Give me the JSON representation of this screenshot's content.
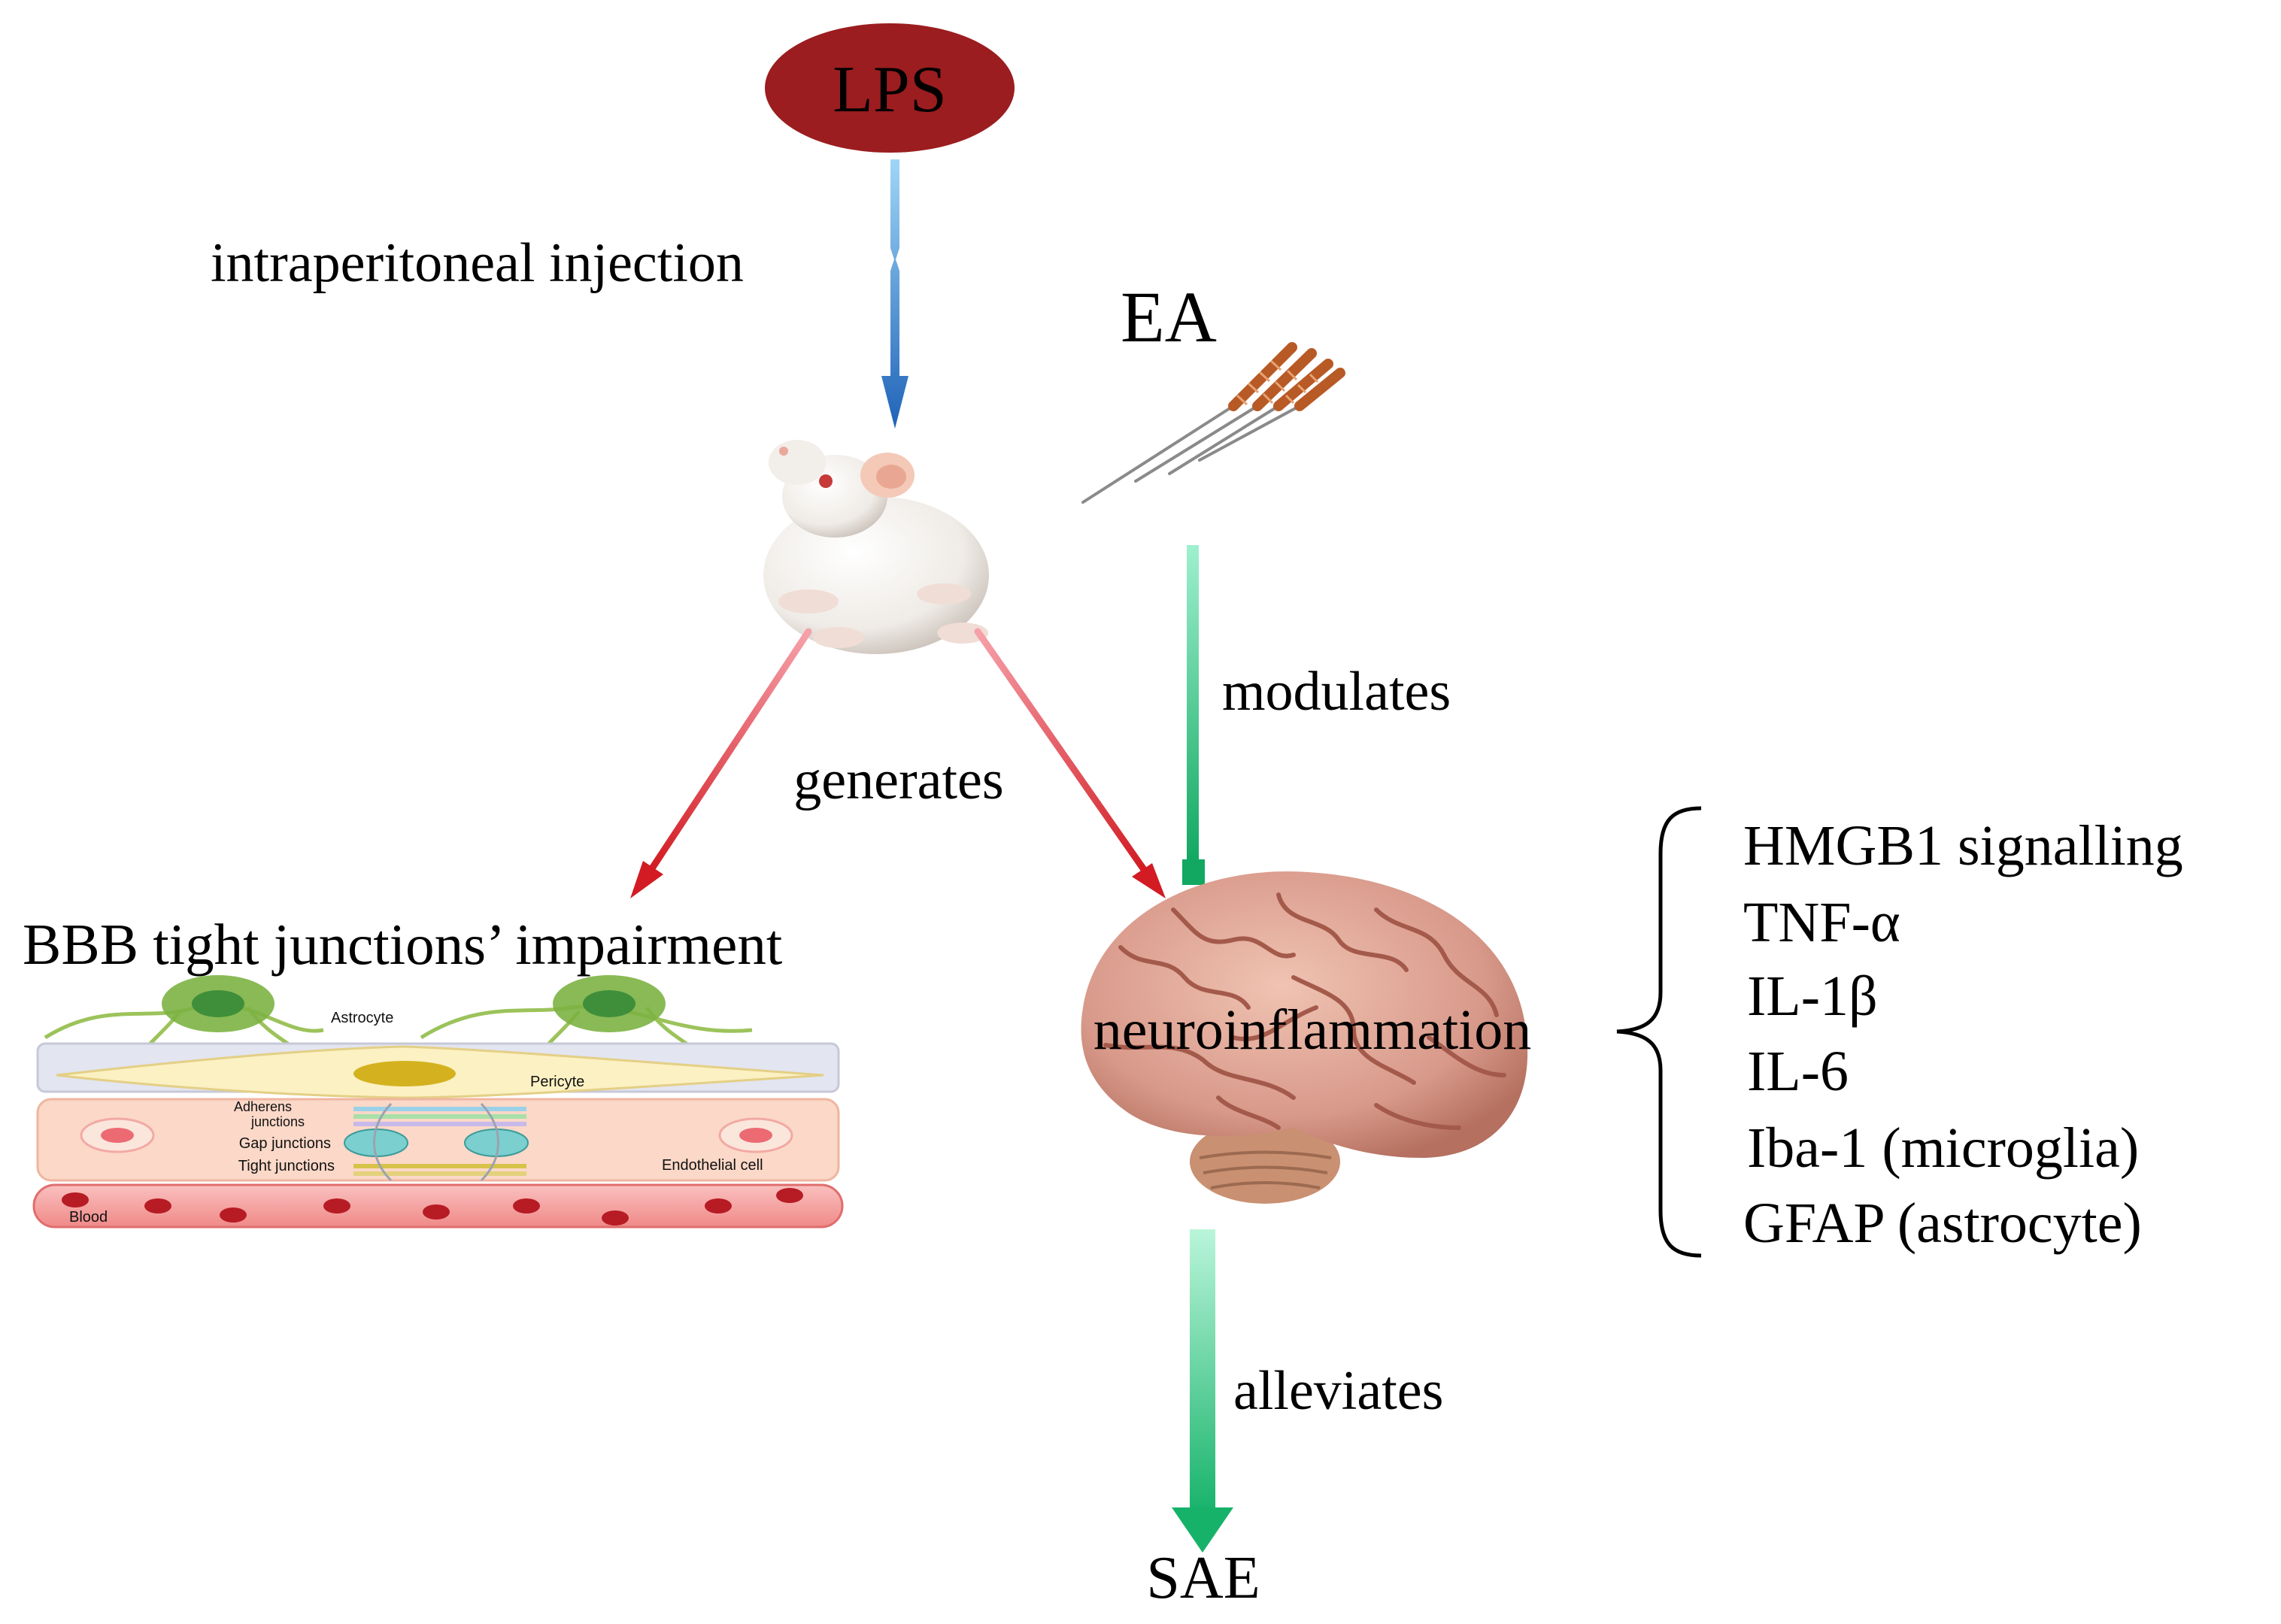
{
  "nodes": {
    "lps": "LPS",
    "ea": "EA",
    "bbb_title": "BBB tight junctions’ impairment",
    "neuroinflammation": "neuroinflammation",
    "sae": "SAE"
  },
  "edges": {
    "intraperitoneal": "intraperitoneal injection",
    "generates": "generates",
    "modulates": "modulates",
    "alleviates": "alleviates"
  },
  "markers": [
    "HMGB1 signalling",
    "TNF-α",
    "IL-1β",
    "IL-6",
    "Iba-1 (microglia)",
    "GFAP (astrocyte)"
  ],
  "bbb_labels": {
    "astrocyte": "Astrocyte",
    "pericyte": "Pericyte",
    "adherens_1": "Adherens",
    "adherens_2": "junctions",
    "gap": "Gap junctions",
    "tight": "Tight junctions",
    "endothelial": "Endothelial cell",
    "blood": "Blood"
  },
  "colors": {
    "lps_fill": "#9b1d1f",
    "arrow_blue": "#1f63b8",
    "arrow_red": "#d21b22",
    "arrow_green": "#16b26a",
    "brain": "#d89a86"
  }
}
